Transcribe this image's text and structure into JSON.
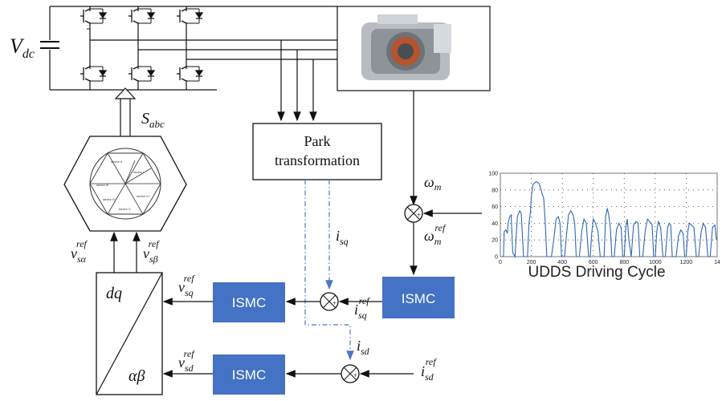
{
  "colors": {
    "ismc_fill": "#4472C4",
    "ismc_text": "#ffffff",
    "signal_blue": "#4a78c2",
    "line": "#111111",
    "chart_line": "#2e67b1",
    "caption": "#4a78c2"
  },
  "labels": {
    "vdc_main": "V",
    "vdc_sub": "dc",
    "sabc_main": "S",
    "sabc_sub": "abc",
    "park_line1": "Park",
    "park_line2": "transformation",
    "omega_m": "ω",
    "omega_m_sub": "m",
    "omega_ref": "ω",
    "omega_ref_sub": "m",
    "ref_sup": "ref",
    "isq": "i",
    "isq_sub": "sq",
    "isd": "i",
    "isd_sub": "sd",
    "isq_ref": "i",
    "isq_ref_sub": "sq",
    "isd_ref": "i",
    "isd_ref_sub": "sd",
    "vsq_ref": "v",
    "vsq_ref_sub": "sq",
    "vsd_ref": "v",
    "vsd_ref_sub": "sd",
    "vsa_ref": "v",
    "vsa_ref_sub": "sα",
    "vsb_ref": "v",
    "vsb_ref_sub": "sβ",
    "dq": "dq",
    "alphabeta": "αβ",
    "ismc": "ISMC",
    "plus": "+",
    "minus": "−"
  },
  "chart_data": {
    "type": "line",
    "title": "UDDS Driving Cycle",
    "xlim": [
      0,
      1400
    ],
    "ylim": [
      0,
      100
    ],
    "xticks": [
      "0",
      "200",
      "400",
      "600",
      "800",
      "1000",
      "1200",
      "14"
    ],
    "yticks": [
      "0",
      "20",
      "40",
      "60",
      "80",
      "100"
    ],
    "x": [
      0,
      20,
      25,
      35,
      45,
      50,
      60,
      70,
      80,
      95,
      110,
      125,
      135,
      150,
      165,
      175,
      185,
      195,
      200,
      210,
      220,
      230,
      240,
      250,
      260,
      270,
      280,
      290,
      300,
      315,
      330,
      345,
      360,
      375,
      385,
      395,
      405,
      415,
      425,
      440,
      455,
      470,
      480,
      490,
      500,
      510,
      525,
      540,
      555,
      570,
      580,
      590,
      600,
      615,
      630,
      645,
      660,
      670,
      680,
      690,
      700,
      710,
      720,
      735,
      750,
      765,
      780,
      790,
      800,
      810,
      820,
      830,
      845,
      860,
      875,
      890,
      900,
      910,
      920,
      935,
      950,
      965,
      980,
      990,
      1000,
      1010,
      1020,
      1035,
      1050,
      1065,
      1080,
      1090,
      1100,
      1110,
      1120,
      1135,
      1150,
      1165,
      1180,
      1190,
      1200,
      1210,
      1220,
      1235,
      1250,
      1265,
      1280,
      1295,
      1310,
      1325,
      1340,
      1355,
      1370,
      1385,
      1395
    ],
    "y": [
      0,
      0,
      30,
      32,
      28,
      40,
      48,
      50,
      5,
      0,
      48,
      55,
      52,
      0,
      0,
      0,
      40,
      55,
      72,
      86,
      88,
      90,
      89,
      88,
      82,
      75,
      70,
      40,
      0,
      0,
      0,
      20,
      45,
      48,
      40,
      0,
      0,
      0,
      22,
      50,
      55,
      50,
      40,
      0,
      0,
      0,
      30,
      45,
      40,
      0,
      0,
      28,
      45,
      40,
      30,
      0,
      0,
      0,
      48,
      58,
      50,
      35,
      0,
      0,
      32,
      40,
      35,
      0,
      0,
      35,
      45,
      20,
      0,
      38,
      42,
      40,
      0,
      0,
      0,
      30,
      45,
      42,
      38,
      0,
      0,
      30,
      42,
      35,
      0,
      0,
      35,
      40,
      38,
      0,
      0,
      0,
      25,
      32,
      28,
      0,
      0,
      30,
      40,
      38,
      35,
      0,
      0,
      28,
      40,
      35,
      0,
      0,
      35,
      38,
      20,
      0
    ],
    "grid": true
  }
}
